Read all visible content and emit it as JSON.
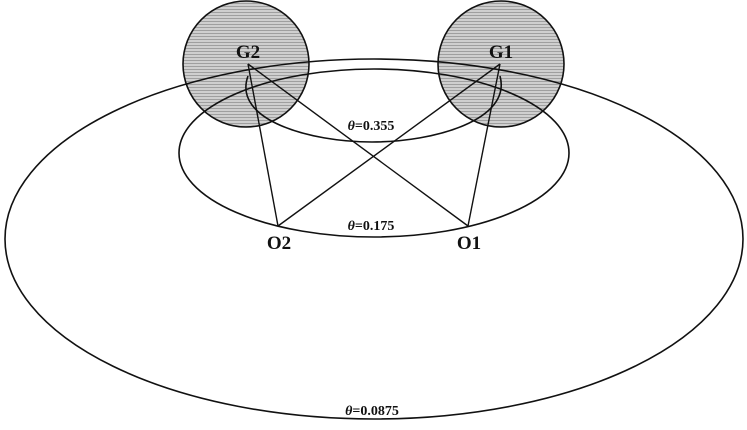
{
  "nodes": {
    "g1": "G1",
    "g2": "G2",
    "o1": "O1",
    "o2": "O2"
  },
  "levels": [
    {
      "theta_symbol": "θ",
      "label": "=0.355"
    },
    {
      "theta_symbol": "θ",
      "label": "=0.175"
    },
    {
      "theta_symbol": "θ",
      "label": "=0.0875"
    }
  ],
  "colors": {
    "blob_fill": "#c4c4c4",
    "stroke": "#111111"
  }
}
